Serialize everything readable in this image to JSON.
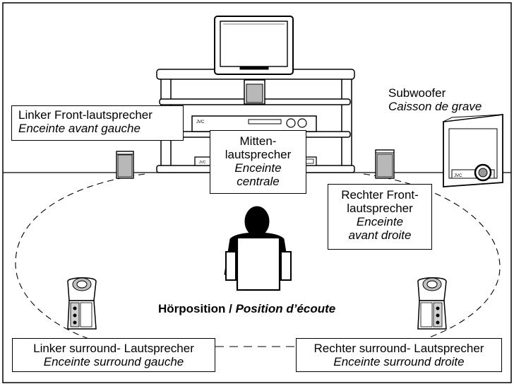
{
  "labels": {
    "subwoofer": {
      "de": "Subwoofer",
      "fr": "Caisson de grave"
    },
    "front_left": {
      "de": "Linker Front-lautsprecher",
      "fr": "Enceinte avant gauche"
    },
    "center": {
      "de1": "Mitten-",
      "de2": "lautsprecher",
      "fr1": "Enceinte",
      "fr2": "centrale"
    },
    "front_right": {
      "de1": "Rechter Front-",
      "de2": "lautsprecher",
      "fr1": "Enceinte",
      "fr2": "avant droite"
    },
    "listening": {
      "de": "Hörposition /",
      "fr": "Position d’écoute"
    },
    "surround_left": {
      "de": "Linker surround- Lautsprecher",
      "fr": "Enceinte surround gauche"
    },
    "surround_right": {
      "de": "Rechter surround- Lautsprecher",
      "fr": "Enceinte surround droite"
    }
  },
  "device_brand": "JVC"
}
